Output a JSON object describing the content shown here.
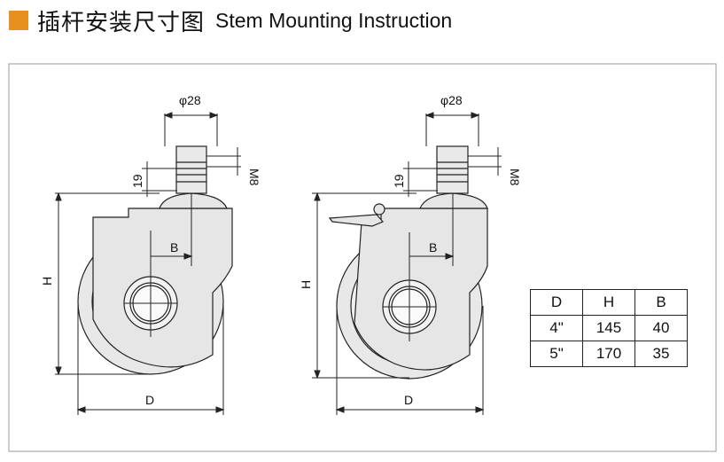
{
  "header": {
    "title_cn": "插杆安装尺寸图",
    "title_en": "Stem Mounting Instruction",
    "accent_color": "#e8901f"
  },
  "diagram": {
    "left": {
      "stem_diameter": "φ28",
      "thread": "M8",
      "stem_height": "19",
      "height": "H",
      "offset": "B",
      "diameter": "D"
    },
    "right": {
      "stem_diameter": "φ28",
      "thread": "M8",
      "stem_height": "19",
      "height": "H",
      "offset": "B",
      "diameter": "D"
    }
  },
  "spec_table": {
    "headers": [
      "D",
      "H",
      "B"
    ],
    "rows": [
      [
        "4\"",
        "145",
        "40"
      ],
      [
        "5\"",
        "170",
        "35"
      ]
    ]
  },
  "colors": {
    "wheel_fill": "#e8e8e8",
    "hub_fill": "#f2f2f2",
    "line": "#222222"
  }
}
